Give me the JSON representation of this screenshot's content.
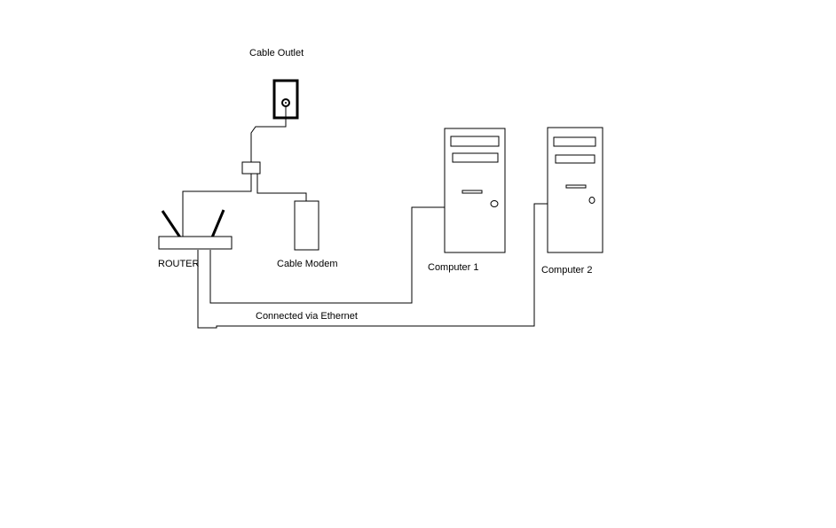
{
  "labels": {
    "cable_outlet": "Cable Outlet",
    "router": "ROUTER",
    "cable_modem": "Cable Modem",
    "computer_1": "Computer 1",
    "computer_2": "Computer 2",
    "ethernet": "Connected via Ethernet"
  }
}
